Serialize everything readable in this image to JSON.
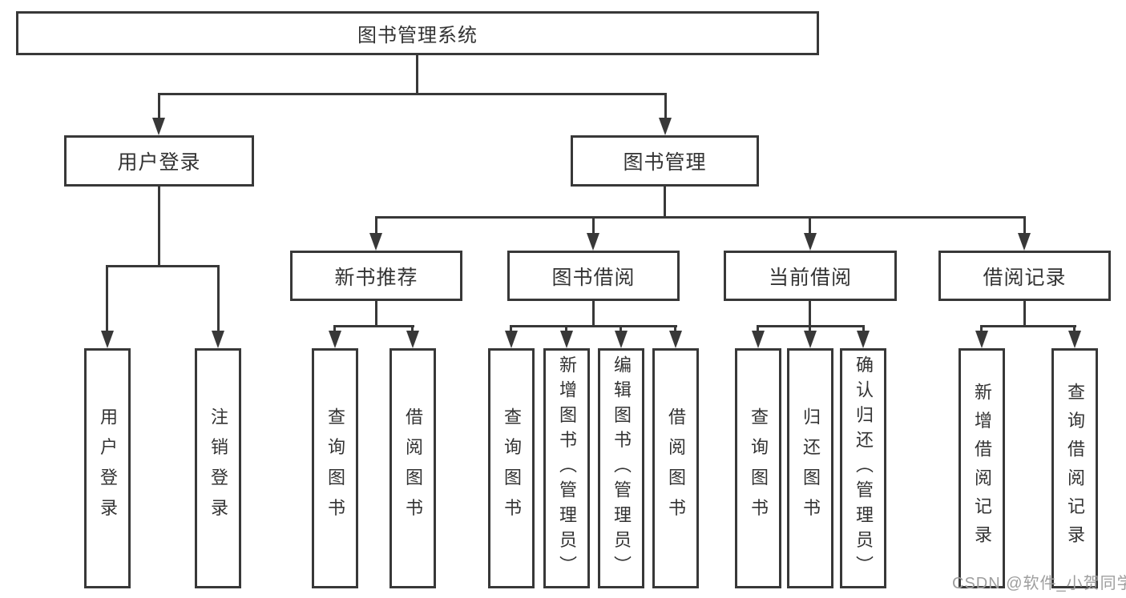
{
  "diagram": {
    "type": "hierarchy-tree",
    "title": "图书管理系统",
    "root": {
      "label": "图书管理系统"
    },
    "level2": [
      {
        "label": "用户登录",
        "parent": "图书管理系统"
      },
      {
        "label": "图书管理",
        "parent": "图书管理系统"
      }
    ],
    "level3": [
      {
        "label": "新书推荐",
        "parent": "图书管理"
      },
      {
        "label": "图书借阅",
        "parent": "图书管理"
      },
      {
        "label": "当前借阅",
        "parent": "图书管理"
      },
      {
        "label": "借阅记录",
        "parent": "图书管理"
      }
    ],
    "level4": [
      {
        "label": "用户登录",
        "parent": "用户登录"
      },
      {
        "label": "注销登录",
        "parent": "用户登录"
      },
      {
        "label": "查询图书",
        "parent": "新书推荐"
      },
      {
        "label": "借阅图书",
        "parent": "新书推荐"
      },
      {
        "label": "查询图书",
        "parent": "图书借阅"
      },
      {
        "label": "新增图书（管理员）",
        "parent": "图书借阅"
      },
      {
        "label": "编辑图书（管理员）",
        "parent": "图书借阅"
      },
      {
        "label": "借阅图书",
        "parent": "图书借阅"
      },
      {
        "label": "查询图书",
        "parent": "当前借阅"
      },
      {
        "label": "归还图书",
        "parent": "当前借阅"
      },
      {
        "label": "确认归还（管理员）",
        "parent": "当前借阅"
      },
      {
        "label": "新增借阅记录",
        "parent": "借阅记录"
      },
      {
        "label": "查询借阅记录",
        "parent": "借阅记录"
      }
    ],
    "watermark": "CSDN @软件_小贺同学",
    "colors": {
      "line": "#383838",
      "text": "#333333",
      "background": "#ffffff",
      "watermark": "#9e9e9e"
    }
  }
}
